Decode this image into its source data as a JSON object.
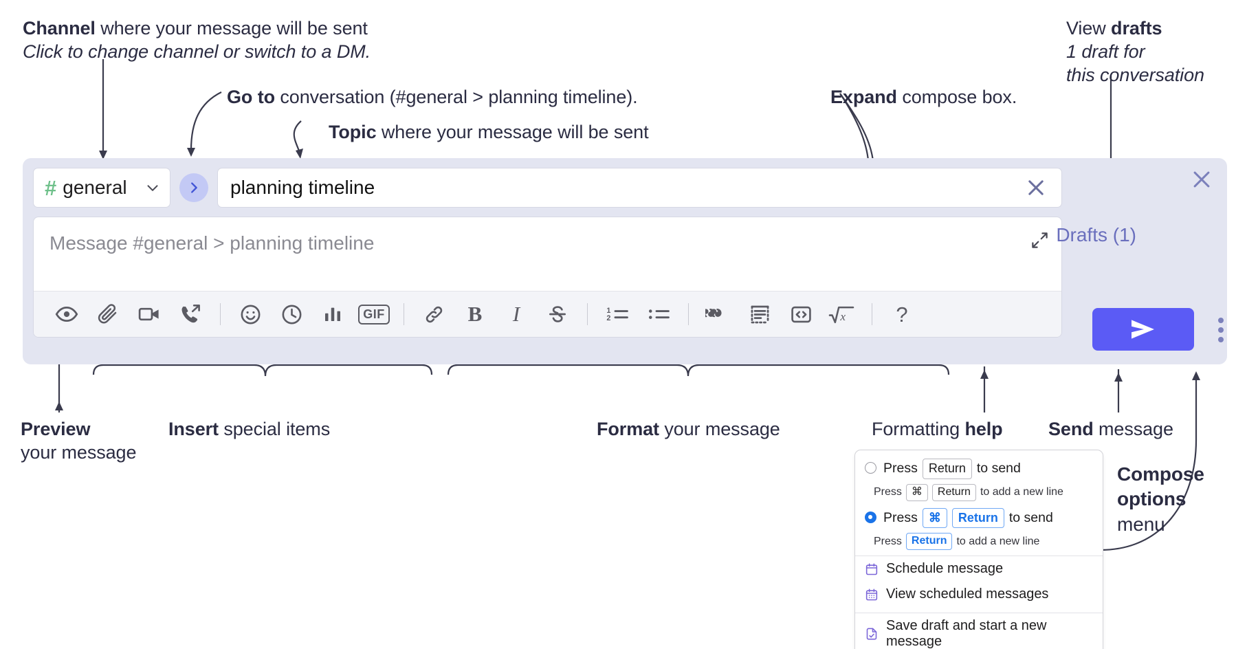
{
  "annotations": {
    "channel": {
      "bold": "Channel",
      "rest": " where your message will be sent",
      "italic": "Click to change channel or switch to a DM."
    },
    "goto": {
      "bold": "Go to",
      "rest": " conversation (#general > planning timeline)."
    },
    "topic": {
      "bold": "Topic",
      "rest": " where your message will be sent"
    },
    "expand": {
      "bold": "Expand",
      "rest": " compose box."
    },
    "drafts": {
      "lead": "View ",
      "bold": "drafts",
      "italic1": "1 draft for",
      "italic2": "this conversation"
    },
    "preview": {
      "bold": "Preview",
      "rest": "your message"
    },
    "insert": {
      "bold": "Insert",
      "rest": " special items"
    },
    "format": {
      "bold": "Format",
      "rest": " your message"
    },
    "help": {
      "lead": "Formatting ",
      "bold": "help"
    },
    "send": {
      "bold": "Send",
      "rest": " message"
    },
    "compose_options": {
      "bold": "Compose options",
      "rest": "menu"
    }
  },
  "compose": {
    "channel_name": "general",
    "hash_symbol": "#",
    "topic_value": "planning timeline",
    "message_placeholder": "Message #general > planning timeline",
    "drafts_label": "Drafts (1)",
    "gif_label": "GIF",
    "help_label": "?",
    "bold_label": "B",
    "italic_label": "I",
    "toolbar_left": [
      {
        "name": "preview-icon",
        "title": "Preview"
      },
      {
        "name": "attachment-icon",
        "title": "Attach file"
      },
      {
        "name": "video-icon",
        "title": "Record video clip"
      },
      {
        "name": "audio-call-icon",
        "title": "Record audio clip"
      }
    ],
    "toolbar_insert": [
      {
        "name": "emoji-icon",
        "title": "Emoji"
      },
      {
        "name": "clock-icon",
        "title": "Schedule"
      },
      {
        "name": "poll-icon",
        "title": "Poll"
      },
      {
        "name": "gif-icon",
        "title": "GIF"
      }
    ],
    "toolbar_format": [
      {
        "name": "link-icon",
        "title": "Link"
      },
      {
        "name": "bold-icon",
        "title": "Bold"
      },
      {
        "name": "italic-icon",
        "title": "Italic"
      },
      {
        "name": "strikethrough-icon",
        "title": "Strikethrough"
      },
      {
        "name": "ordered-list-icon",
        "title": "Ordered list"
      },
      {
        "name": "bulleted-list-icon",
        "title": "Bulleted list"
      },
      {
        "name": "blockquote-icon",
        "title": "Blockquote"
      },
      {
        "name": "code-block-icon",
        "title": "Code block"
      },
      {
        "name": "code-snippet-icon",
        "title": "Code"
      },
      {
        "name": "math-icon",
        "title": "Math"
      }
    ]
  },
  "menu": {
    "option1": {
      "main_prefix": "Press",
      "main_key": "Return",
      "main_suffix": "to send",
      "sub_prefix": "Press",
      "sub_key1": "⌘",
      "sub_key2": "Return",
      "sub_suffix": "to add a new line",
      "selected": false
    },
    "option2": {
      "main_prefix": "Press",
      "main_key1": "⌘",
      "main_key2": "Return",
      "main_suffix": "to send",
      "sub_prefix": "Press",
      "sub_key": "Return",
      "sub_suffix": "to add a new line",
      "selected": true
    },
    "items": [
      {
        "label": "Schedule message",
        "icon": "calendar-icon"
      },
      {
        "label": "View scheduled messages",
        "icon": "calendar-grid-icon"
      },
      {
        "label": "Save draft and start a new message",
        "icon": "draft-save-icon"
      }
    ]
  },
  "colors": {
    "panel_bg": "#e3e5f1",
    "send_button": "#5b5bf5",
    "hash_green": "#6ec08a",
    "goto_circle": "#c3c9f5",
    "drafts_text": "#6a6fbd",
    "accent_blue": "#1a73e8",
    "menu_icon": "#7b66d8"
  }
}
